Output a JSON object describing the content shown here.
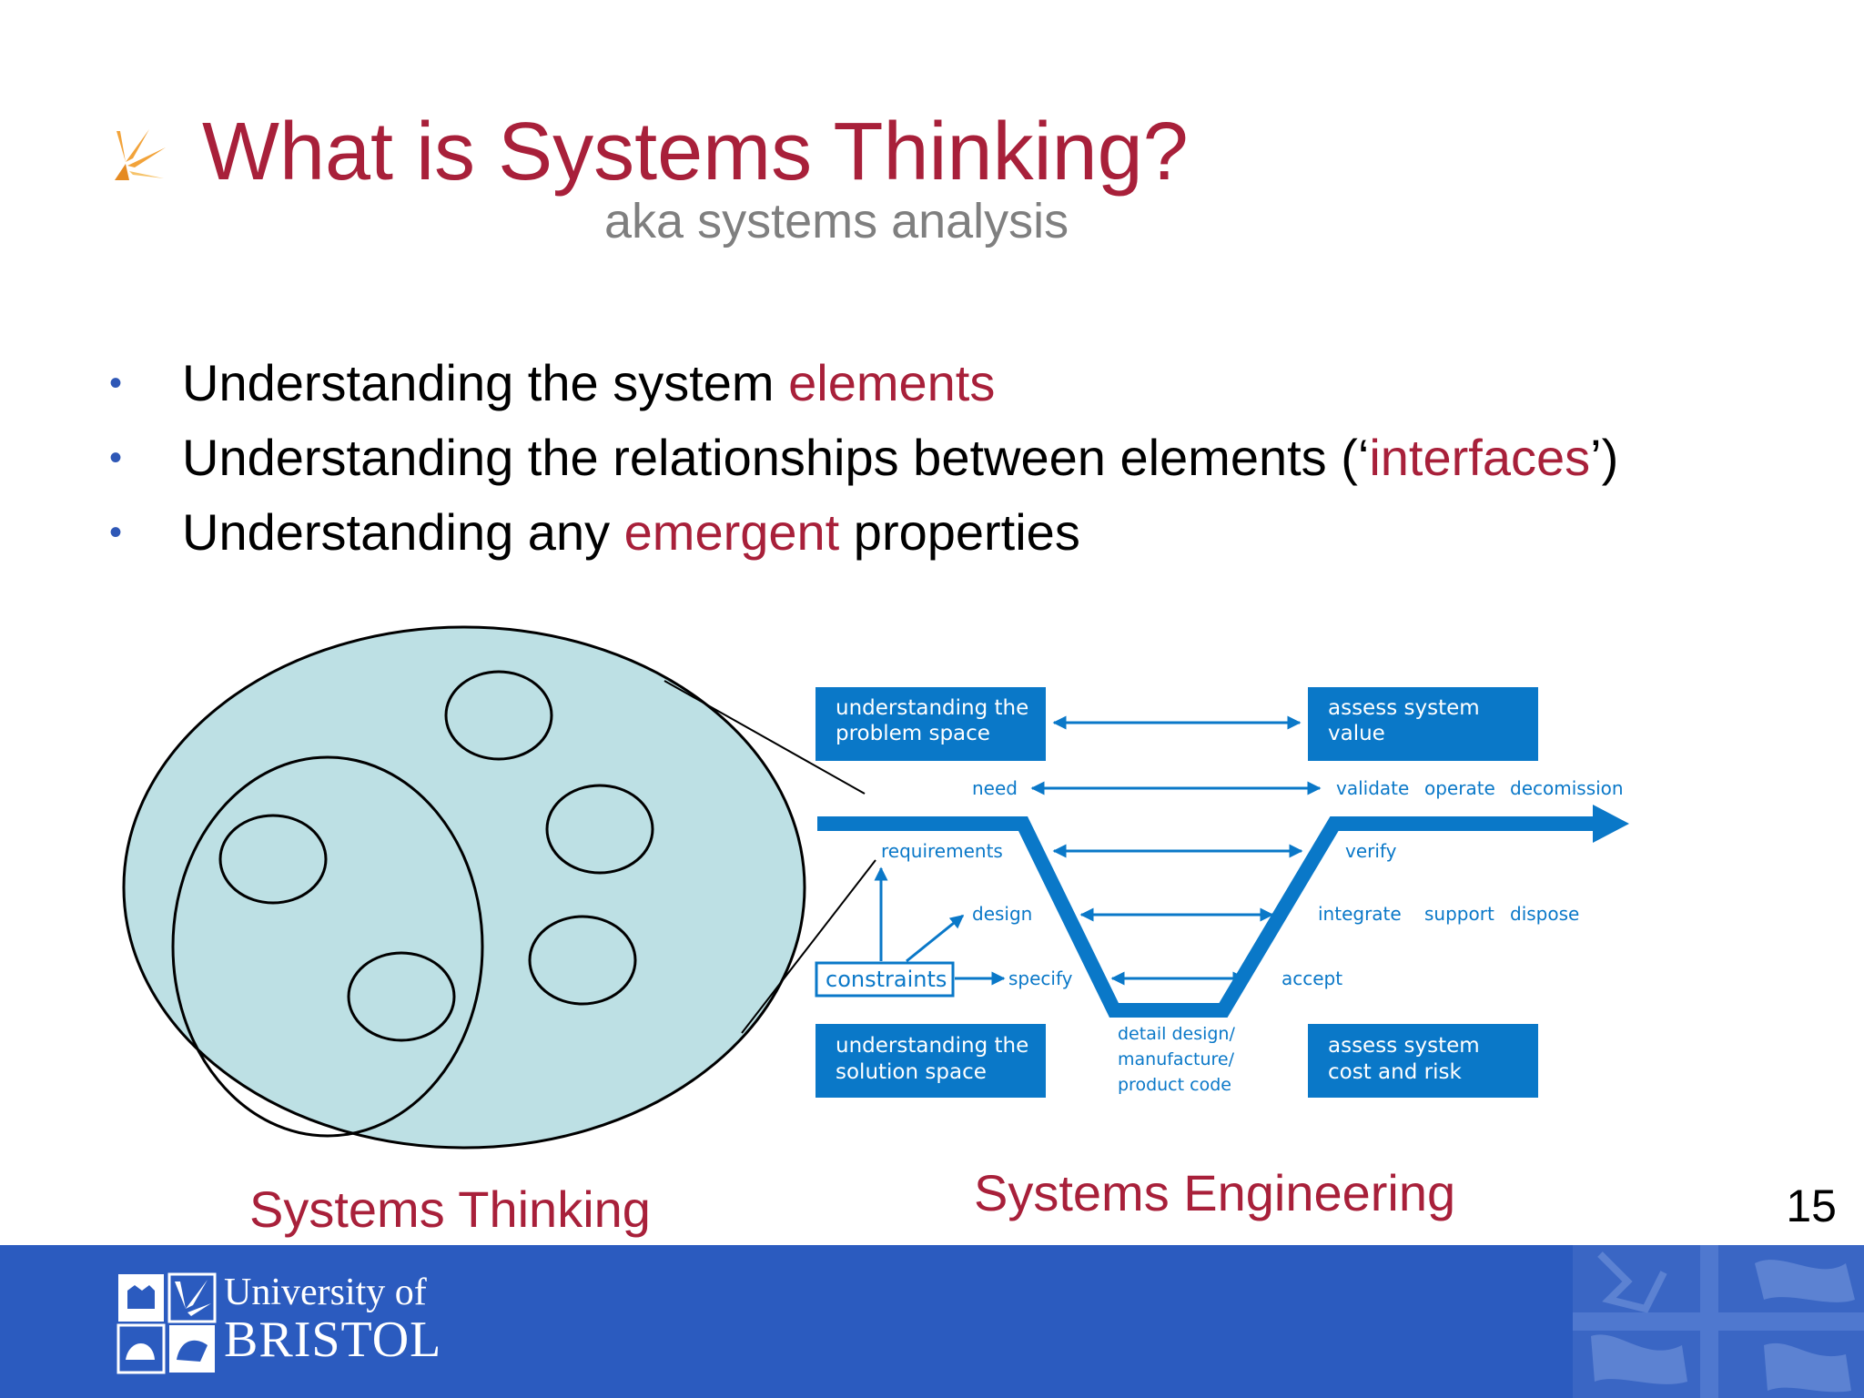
{
  "slide": {
    "title": "What is Systems Thinking?",
    "subtitle": "aka systems analysis",
    "page_number": "15"
  },
  "bullets": [
    {
      "before": "Understanding the system ",
      "highlight": "elements",
      "after": ""
    },
    {
      "before": "Understanding the relationships between elements (‘",
      "highlight": "interfaces",
      "after": "’)"
    },
    {
      "before": "Understanding any ",
      "highlight": "emergent",
      "after": " properties"
    }
  ],
  "captions": {
    "systems_thinking": "Systems Thinking",
    "systems_engineering": "Systems Engineering"
  },
  "diagram": {
    "boxes": {
      "problem_space": [
        "understanding the",
        "problem space"
      ],
      "assess_value": [
        "assess system",
        "value"
      ],
      "solution_space": [
        "understanding the",
        "solution space"
      ],
      "assess_cost": [
        "assess system",
        "cost and risk"
      ]
    },
    "labels": {
      "need": "need",
      "validate": "validate",
      "operate": "operate",
      "decomission": "decomission",
      "requirements": "requirements",
      "verify": "verify",
      "design": "design",
      "integrate": "integrate",
      "support": "support",
      "dispose": "dispose",
      "constraints": "constraints",
      "specify": "specify",
      "accept": "accept",
      "detail_design": [
        "detail design/",
        "manufacture/",
        "product code"
      ]
    }
  },
  "footer": {
    "logo_line1": "University of",
    "logo_line2": "BRISTOL"
  },
  "colors": {
    "title_red": "#a8203a",
    "subtitle_gray": "#7f7f7f",
    "bullet_blue": "#2e57b6",
    "diagram_blue": "#0a78c8",
    "ellipse_fill": "#bde0e4",
    "footer_blue": "#2b5bbf"
  }
}
